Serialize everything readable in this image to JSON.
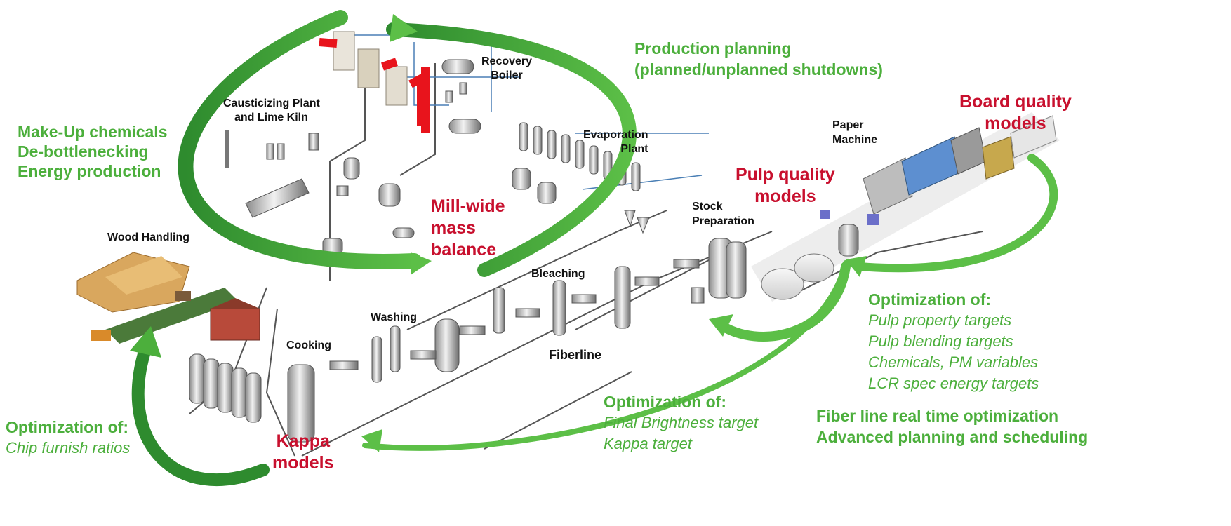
{
  "process_areas": {
    "wood_handling": "Wood Handling",
    "causticizing": [
      "Causticizing Plant",
      "and Lime Kiln"
    ],
    "recovery_boiler": [
      "Recovery",
      "Boiler"
    ],
    "evaporation": [
      "Evaporation",
      "Plant"
    ],
    "cooking": "Cooking",
    "washing": "Washing",
    "bleaching": "Bleaching",
    "fiberline": "Fiberline",
    "stock_preparation": [
      "Stock",
      "Preparation"
    ],
    "paper_machine": [
      "Paper",
      "Machine"
    ]
  },
  "models": {
    "mill_wide": [
      "Mill-wide",
      "mass",
      "balance"
    ],
    "kappa": [
      "Kappa",
      "models"
    ],
    "pulp_quality": [
      "Pulp quality",
      "models"
    ],
    "board_quality": [
      "Board quality",
      "models"
    ]
  },
  "annotations": {
    "production_planning": [
      "Production planning",
      "(planned/unplanned shutdowns)"
    ],
    "make_up": [
      "Make-Up chemicals",
      "De-bottlenecking",
      "Energy production"
    ],
    "chip_opt": {
      "title": "Optimization of:",
      "items": [
        "Chip furnish ratios"
      ]
    },
    "fiberline_opt": {
      "title": "Optimization of:",
      "items": [
        "Final Brightness target",
        "Kappa target"
      ]
    },
    "pm_opt": {
      "title": "Optimization of:",
      "items": [
        "Pulp property targets",
        "Pulp blending targets",
        "Chemicals, PM variables",
        "LCR spec energy targets"
      ]
    },
    "realtime": [
      "Fiber line real time optimization",
      "Advanced planning and scheduling"
    ]
  },
  "colors": {
    "green": "#4caf3c",
    "dark_green": "#2e8b2e",
    "red": "#c8102e",
    "steam_red": "#e8141c"
  }
}
